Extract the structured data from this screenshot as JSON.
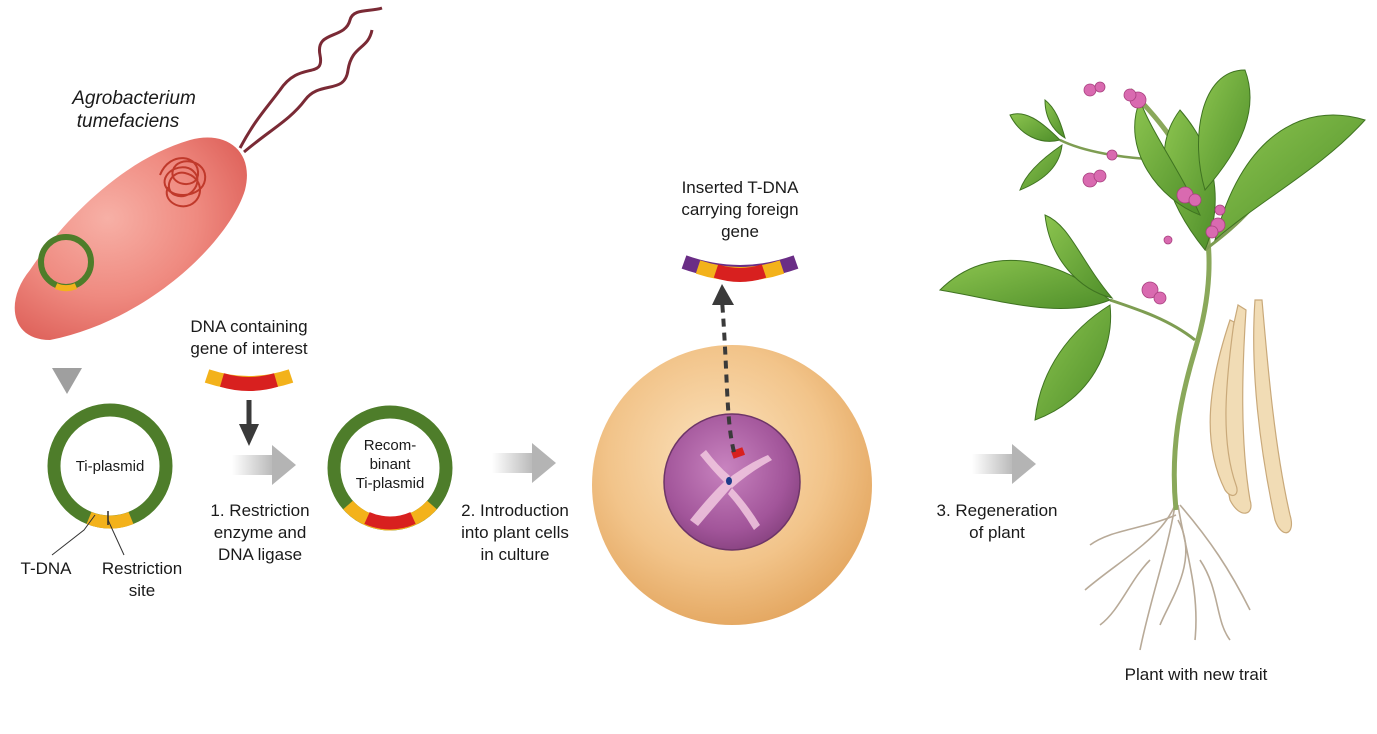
{
  "labels": {
    "organism_line1": "Agrobacterium",
    "organism_line2": "tumefaciens",
    "dna_line1": "DNA containing",
    "dna_line2": "gene of interest",
    "ti_plasmid": "Ti-plasmid",
    "tdna": "T-DNA",
    "restriction_line1": "Restriction",
    "restriction_line2": "site",
    "step1_line1": "1. Restriction",
    "step1_line2": "enzyme and",
    "step1_line3": "DNA ligase",
    "recomb_line1": "Recom-",
    "recomb_line2": "binant",
    "recomb_line3": "Ti-plasmid",
    "step2_line1": "2. Introduction",
    "step2_line2": "into plant cells",
    "step2_line3": "in culture",
    "inserted_line1": "Inserted T-DNA",
    "inserted_line2": "carrying foreign",
    "inserted_line3": "gene",
    "step3_line1": "3. Regeneration",
    "step3_line2": "of plant",
    "plant_caption": "Plant with new trait"
  },
  "colors": {
    "bacterium": "#ee7a72",
    "plasmid_green": "#4e7d2a",
    "tdna_yellow": "#f3b21b",
    "gene_red": "#d8201f",
    "cell": "#f2c48a",
    "nucleus": "#a2559a",
    "leaf": "#6cab3a",
    "flower": "#d96ab0",
    "pod": "#f1dcb5",
    "flagellum": "#7a2a35",
    "purple_end": "#6a2d86"
  }
}
